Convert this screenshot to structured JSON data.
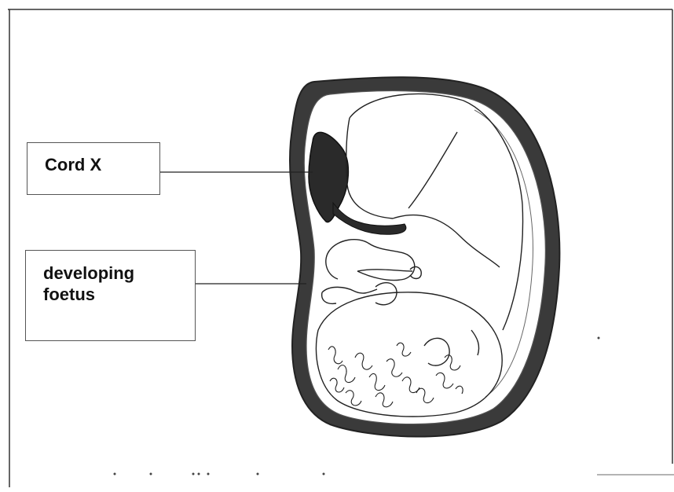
{
  "labels": {
    "cord": "Cord X",
    "foetus_line1": "developing",
    "foetus_line2": "foetus"
  }
}
